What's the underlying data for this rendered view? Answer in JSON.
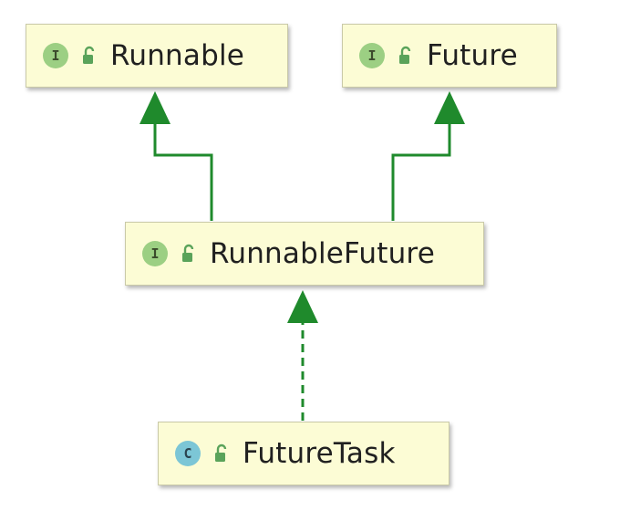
{
  "diagram": {
    "nodes": [
      {
        "id": "runnable",
        "kind": "interface",
        "badge": "I",
        "label": "Runnable"
      },
      {
        "id": "future",
        "kind": "interface",
        "badge": "I",
        "label": "Future"
      },
      {
        "id": "runnable_future",
        "kind": "interface",
        "badge": "I",
        "label": "RunnableFuture"
      },
      {
        "id": "future_task",
        "kind": "class",
        "badge": "C",
        "label": "FutureTask"
      }
    ],
    "edges": [
      {
        "from": "runnable_future",
        "to": "runnable",
        "style": "solid"
      },
      {
        "from": "runnable_future",
        "to": "future",
        "style": "solid"
      },
      {
        "from": "future_task",
        "to": "runnable_future",
        "style": "dashed"
      }
    ]
  },
  "colors": {
    "node_fill": "#fcfcd5",
    "edge": "#1f8a2c",
    "interface_badge": "#9ccf83",
    "class_badge": "#7cc6d6",
    "lock_icon": "#5aa35a"
  },
  "icons": {
    "interface_badge": "interface-icon",
    "class_badge": "class-icon",
    "lock": "open-lock-icon"
  }
}
